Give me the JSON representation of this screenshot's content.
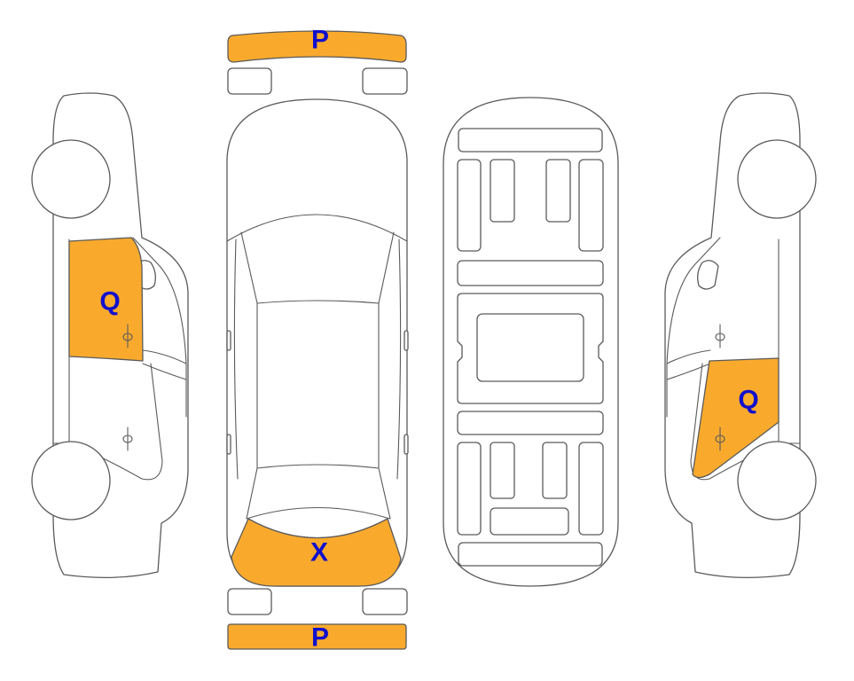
{
  "colors": {
    "highlight": "#F9AA2D",
    "label": "#1010CC",
    "outline": "#5A5A5A"
  },
  "panels": {
    "front_bumper": {
      "code": "P"
    },
    "rear_bumper": {
      "code": "P"
    },
    "left_front_door": {
      "code": "Q"
    },
    "right_rear_door": {
      "code": "Q"
    },
    "rear_trunk_area": {
      "code": "X"
    }
  }
}
